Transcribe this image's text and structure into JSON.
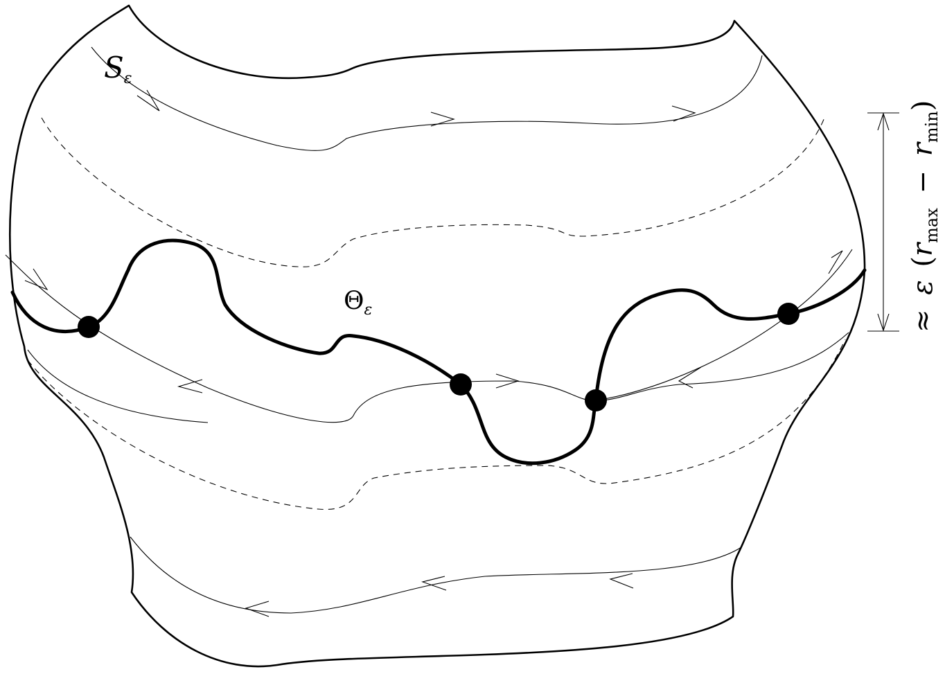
{
  "labels": {
    "surface": {
      "main": "S",
      "subscript": "ε"
    },
    "curve": {
      "main": "Θ",
      "subscript": "ε"
    },
    "dimension": {
      "approx": "≈",
      "eps": "ε",
      "open_paren": "(",
      "r1": "r",
      "sub1": "max",
      "minus": "−",
      "r2": "r",
      "sub2": "min",
      "close_paren": ")"
    }
  },
  "colors": {
    "stroke": "#000000",
    "background": "#ffffff"
  },
  "marked_points": 4
}
